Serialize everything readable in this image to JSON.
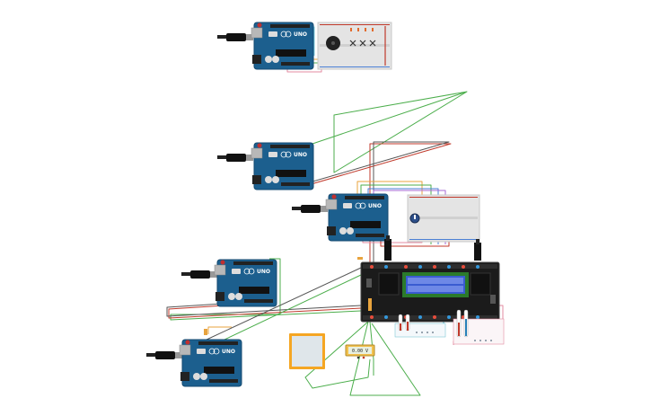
{
  "canvas": {
    "background": "#ffffff"
  },
  "boards": [
    {
      "id": "arduino-1",
      "model_label": "UNO"
    },
    {
      "id": "arduino-2",
      "model_label": "UNO"
    },
    {
      "id": "arduino-3",
      "model_label": "UNO"
    },
    {
      "id": "arduino-4",
      "model_label": "UNO"
    },
    {
      "id": "arduino-5",
      "model_label": "UNO"
    }
  ],
  "multimeter": {
    "reading": "0.00 V"
  },
  "colors": {
    "arduino": "#1c5f8e",
    "arduino_dark": "#154a70",
    "breadboard": "#e4e4e4",
    "pcb": "#1b1b1b",
    "lcd": "#3a5bd1",
    "wire_green": "#4cae4c",
    "wire_red": "#c0392b",
    "wire_dark": "#444444",
    "wire_orange": "#e8a33d",
    "wire_pink": "#e38ba0",
    "wire_blue": "#4a7fd4"
  }
}
